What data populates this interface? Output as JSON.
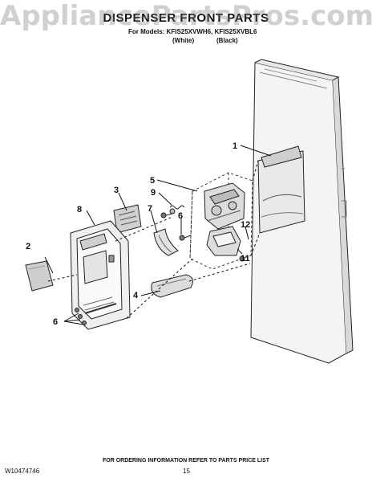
{
  "watermark": "AppliancePartsPros.com",
  "header": {
    "title": "DISPENSER FRONT PARTS",
    "models": "For Models: KFIS25XVWH6, KFIS25XVBL6",
    "variant_white": "(White)",
    "variant_black": "(Black)"
  },
  "callouts": {
    "c1": "1",
    "c2": "2",
    "c3": "3",
    "c4": "4",
    "c5": "5",
    "c6a": "6",
    "c6b": "6",
    "c7": "7",
    "c8": "8",
    "c9": "9",
    "c11": "11",
    "c12": "12"
  },
  "footer": {
    "ordering_note": "FOR ORDERING INFORMATION REFER TO PARTS PRICE LIST",
    "document_number": "W10474746",
    "page_number": "15"
  }
}
